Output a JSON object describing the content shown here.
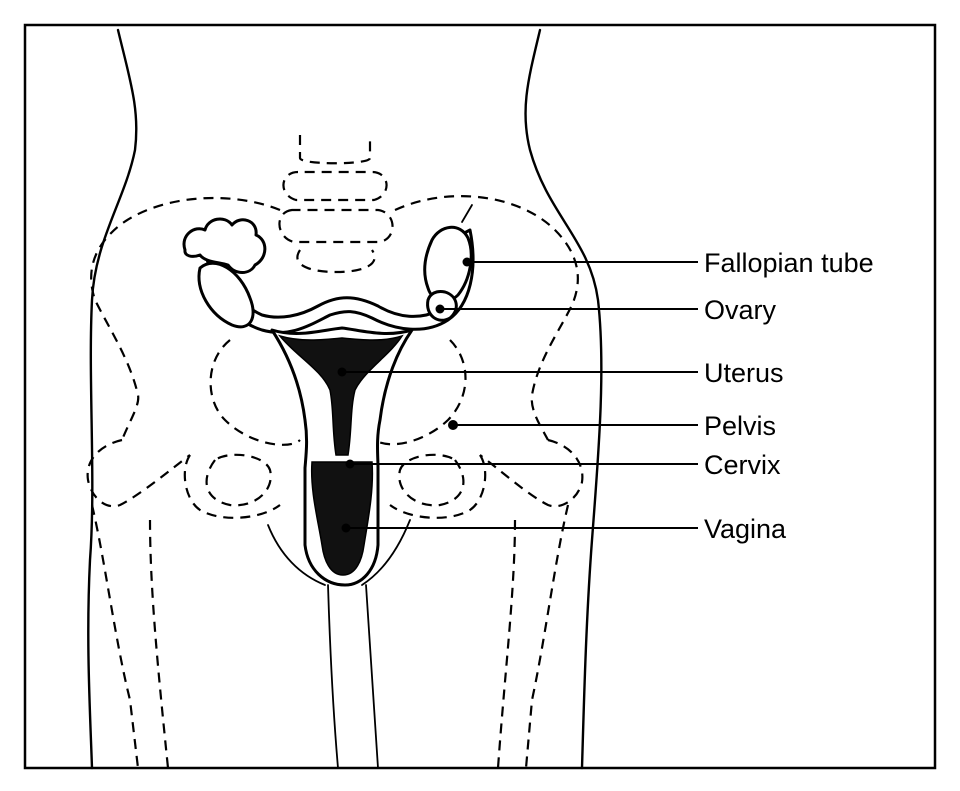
{
  "labels": {
    "fallopian_tube": "Fallopian tube",
    "ovary": "Ovary",
    "uterus": "Uterus",
    "pelvis": "Pelvis",
    "cervix": "Cervix",
    "vagina": "Vagina"
  }
}
